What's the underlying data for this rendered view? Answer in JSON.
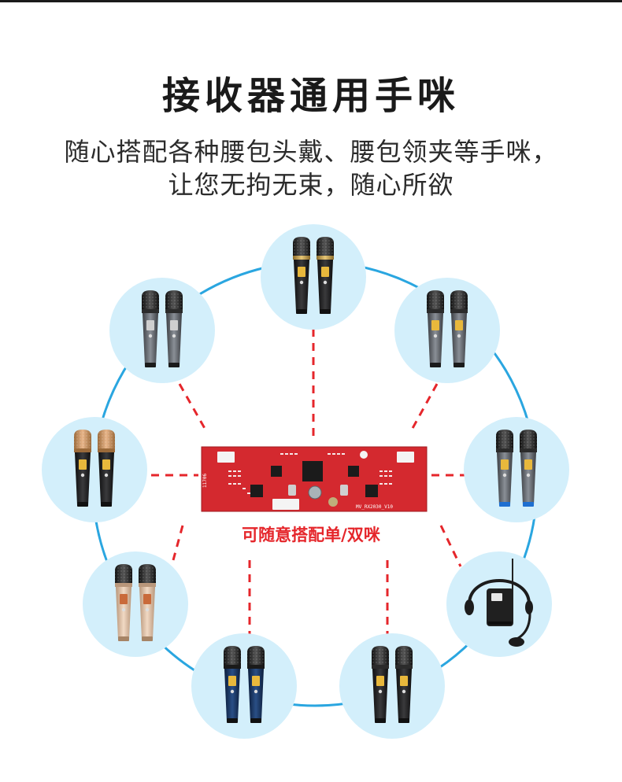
{
  "header": {
    "title": "接收器通用手咪",
    "subtitle_line1": "随心搭配各种腰包头戴、腰包领夹等手咪，",
    "subtitle_line2": "让您无拘无束，随心所欲"
  },
  "receiver": {
    "caption": "可随意搭配单/双咪",
    "board_label": "MV_RX2030_V10",
    "board_side_label": "11706"
  },
  "accessories": [
    {
      "id": "gold-black-pair",
      "icon": "handheld-mic-pair-icon",
      "variant": "black-gold"
    },
    {
      "id": "gray-pair-right",
      "icon": "handheld-mic-pair-icon",
      "variant": "gray"
    },
    {
      "id": "gray-blue-pair",
      "icon": "handheld-mic-pair-icon",
      "variant": "gray-blue"
    },
    {
      "id": "headset-bodypack",
      "icon": "headset-bodypack-icon",
      "variant": "headset"
    },
    {
      "id": "black-pair",
      "icon": "handheld-mic-pair-icon",
      "variant": "black"
    },
    {
      "id": "blue-pair",
      "icon": "handheld-mic-pair-icon",
      "variant": "navy"
    },
    {
      "id": "champagne-pair",
      "icon": "handheld-mic-pair-icon",
      "variant": "champagne"
    },
    {
      "id": "gold-head-pair",
      "icon": "handheld-mic-pair-icon",
      "variant": "gold-head"
    },
    {
      "id": "gray-pair-left",
      "icon": "handheld-mic-pair-icon",
      "variant": "dark-gray"
    }
  ],
  "colors": {
    "circle_fill": "#d3effb",
    "ring": "#2aa6e0",
    "dash": "#e5262b",
    "board": "#d4292f"
  }
}
